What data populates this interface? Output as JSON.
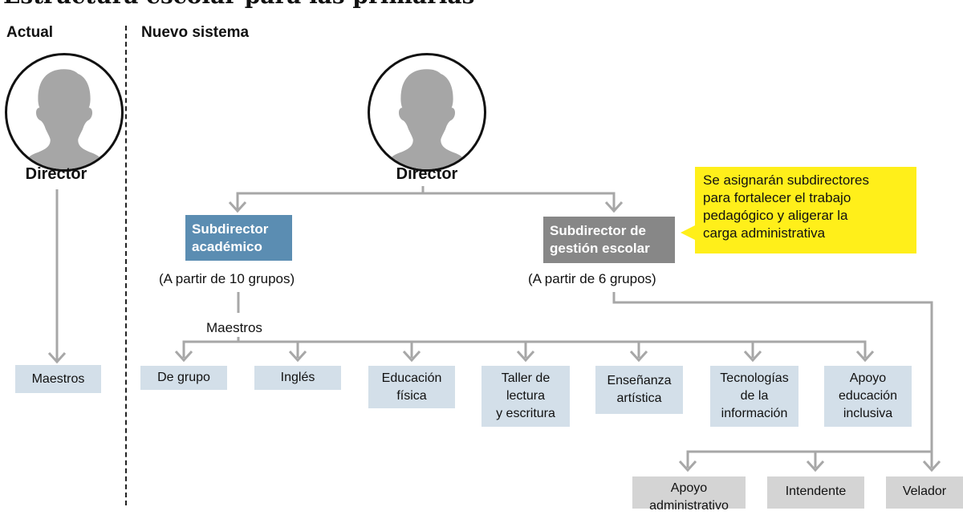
{
  "title": "Estructura escolar para las primarias",
  "sections": {
    "current": "Actual",
    "new": "Nuevo sistema"
  },
  "current_system": {
    "director": "Director",
    "teachers": "Maestros"
  },
  "new_system": {
    "director": "Director",
    "academic_subdirector": {
      "label": "Subdirector\nacadémico",
      "condition": "(A partir de 10 grupos)"
    },
    "management_subdirector": {
      "label": "Subdirector de\ngestión escolar",
      "condition": "(A partir de 6 grupos)"
    },
    "callout": "Se asignarán subdirectores\npara fortalecer el trabajo\npedagógico y aligerar la\ncarga administrativa",
    "teachers_label": "Maestros",
    "teacher_types": [
      "De grupo",
      "Inglés",
      "Educación\nfísica",
      "Taller de\nlectura\ny escritura",
      "Enseñanza\nartística",
      "Tecnologías\nde la\ninformación",
      "Apoyo\neducación\ninclusiva"
    ],
    "support_staff": [
      "Apoyo\nadministrativo",
      "Intendente",
      "Velador"
    ]
  },
  "colors": {
    "academic": "#5b8db2",
    "management": "#878787",
    "teacher_box": "#d3dfe9",
    "staff_box": "#d4d4d4",
    "callout": "#ffef1a",
    "connector": "#a7a7a7"
  }
}
